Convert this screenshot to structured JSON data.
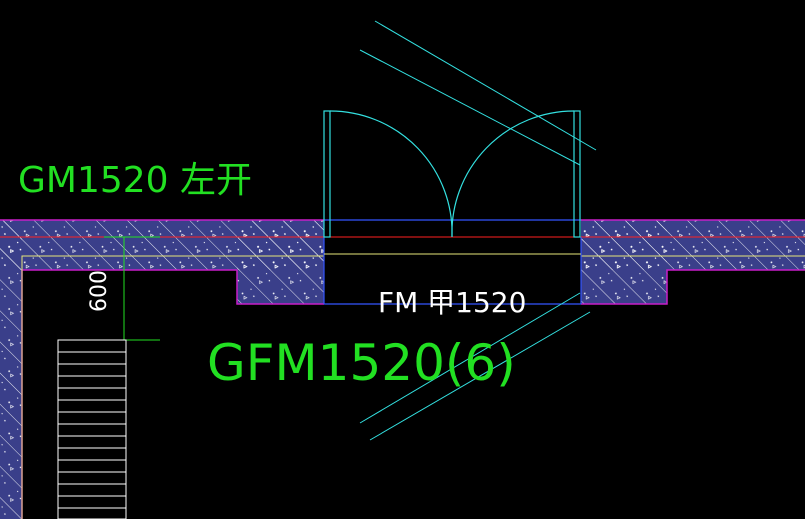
{
  "colors": {
    "background": "#000000",
    "wall_fill": "#3a3f8a",
    "wall_outline": "#c81ec8",
    "hatch": "#ffffff",
    "red_line": "#ff2020",
    "yellow_line": "#e6e67a",
    "door_cyan": "#33e0e0",
    "blue_line": "#3355ff",
    "label_green": "#22e022",
    "stair_line": "#ffffff",
    "dim_line": "#22e022"
  },
  "labels": {
    "door_left": "GM1520 左开",
    "door_fire": "FM 甲1520",
    "door_gfm": "GFM1520(6)",
    "dimension": "600"
  },
  "icons": {
    "door_swing": "double-leaf-door-swing",
    "stairs": "stair-treads",
    "wall_hatch": "concrete-hatch"
  }
}
